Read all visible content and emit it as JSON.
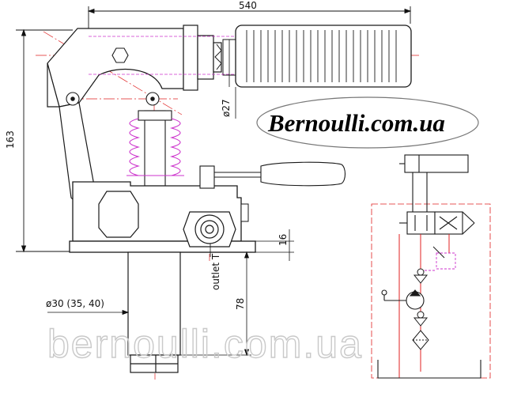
{
  "dimensions": {
    "top_width": "540",
    "height_total": "163",
    "handle_diameter": "ø27",
    "base_height": "16",
    "cylinder_diameter": "ø30 (35, 40)",
    "cylinder_length": "78"
  },
  "labels": {
    "outlet": "outlet T"
  },
  "branding": {
    "logo_text": "Bernoulli.com.ua",
    "watermark": "bernoulli.com.ua"
  },
  "colors": {
    "outline": "#1a1a1a",
    "centerline": "#e02020",
    "bellows": "#cc33cc",
    "hydraulic_line": "#e02020"
  }
}
